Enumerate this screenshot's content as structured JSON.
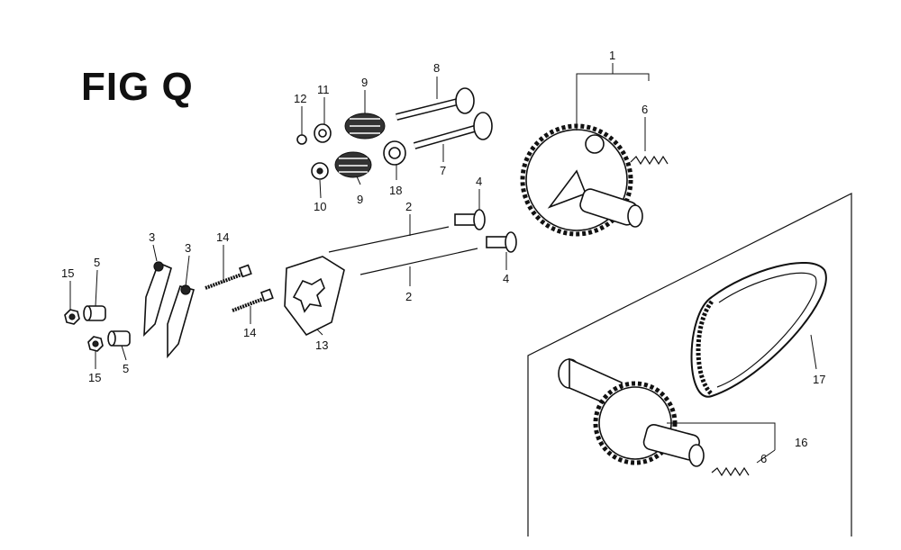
{
  "figure": {
    "title": "FIG Q"
  },
  "callouts": {
    "c1": "1",
    "c2a": "2",
    "c2b": "2",
    "c3a": "3",
    "c3b": "3",
    "c4a": "4",
    "c4b": "4",
    "c5a": "5",
    "c5b": "5",
    "c6a": "6",
    "c6b": "6",
    "c7": "7",
    "c8": "8",
    "c9a": "9",
    "c9b": "9",
    "c10": "10",
    "c11": "11",
    "c12": "12",
    "c13": "13",
    "c14a": "14",
    "c14b": "14",
    "c15a": "15",
    "c15b": "15",
    "c16": "16",
    "c17": "17",
    "c18": "18"
  }
}
